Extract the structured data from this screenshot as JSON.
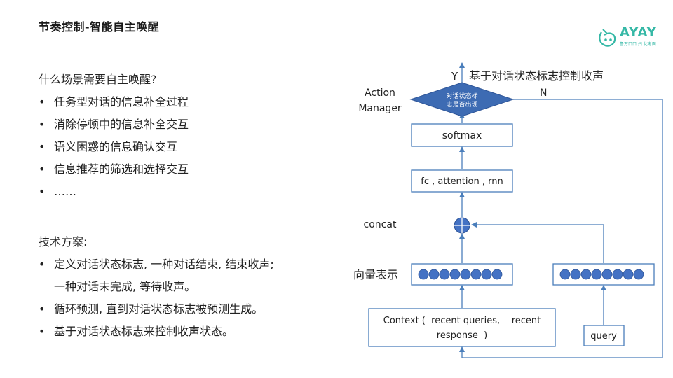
{
  "header": {
    "title": "节奏控制-智能自主唤醒",
    "logo_text": "AYAY",
    "logo_sub": "鲁万口口  扫 化考面"
  },
  "left": {
    "question": "什么场景需要自主唤醒?",
    "bullet_symbol": "•",
    "bullets": [
      "任务型对话的信息补全过程",
      "消除停顿中的信息补全交互",
      "语义困惑的信息确认交互",
      "信息推荐的筛选和选择交互",
      "……"
    ],
    "tech_title": "技术方案:",
    "tech_bullets": [
      {
        "line1": "定义对话状态标志, 一种对话结束, 结束收声;",
        "line2": "一种对话未完成, 等待收声。"
      },
      {
        "line1": "循环预测, 直到对话状态标志被预测生成。",
        "line2": ""
      },
      {
        "line1": "基于对话状态标志来控制收声状态。",
        "line2": ""
      }
    ]
  },
  "diagram": {
    "yes_label": "Y",
    "no_label": "N",
    "top_caption": "基于对话状态标志控制收声",
    "action_manager_line1": "Action",
    "action_manager_line2": "Manager",
    "decision_line1": "对话状态标",
    "decision_line2": "志是否出现",
    "softmax": "softmax",
    "fc": "fc , attention , rnn",
    "concat": "concat",
    "vector_label": "向量表示",
    "context_line1": "Context (  recent queries,    recent",
    "context_line2": "response  )",
    "query": "query",
    "colors": {
      "line": "#4a7ebb",
      "diamond_fill": "#3d6bb3",
      "circle_fill": "#4472c4",
      "text": "#222222"
    }
  }
}
